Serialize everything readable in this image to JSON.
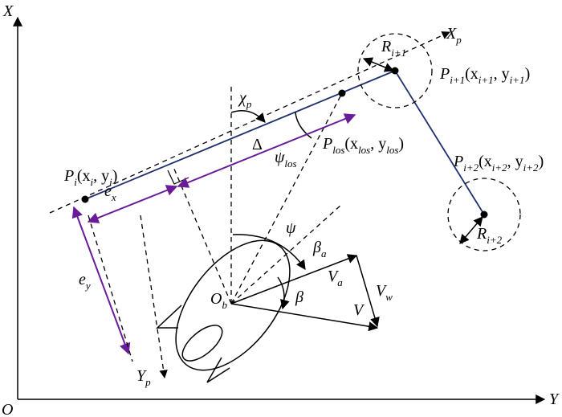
{
  "axes": {
    "x_axis": "X",
    "y_axis": "Y",
    "origin": "O"
  },
  "points": {
    "p_i": {
      "name": "P",
      "sub": "i",
      "coords": [
        "(x",
        "i",
        ", y",
        "i",
        ")"
      ]
    },
    "p_i1": {
      "name": "P",
      "sub": "i+1",
      "coords": [
        "(x",
        "i+1",
        ", y",
        "i+1",
        ")"
      ]
    },
    "p_i2": {
      "name": "P",
      "sub": "i+2",
      "coords": [
        "(x",
        "i+2",
        ", y",
        "i+2",
        ")"
      ]
    },
    "p_los": {
      "name": "P",
      "sub": "los",
      "coords": [
        "(x",
        "los",
        ", y",
        "los",
        ")"
      ]
    }
  },
  "radii": {
    "r_i1": {
      "name": "R",
      "sub": "i+1"
    },
    "r_i2": {
      "name": "R",
      "sub": "i+2"
    }
  },
  "frame": {
    "xp": {
      "name": "X",
      "sub": "p"
    },
    "yp": {
      "name": "Y",
      "sub": "p"
    },
    "ob": {
      "name": "O",
      "sub": "b"
    }
  },
  "angles": {
    "chi_p": {
      "name": "χ",
      "sub": "p"
    },
    "psi_los": {
      "name": "ψ",
      "sub": "los"
    },
    "psi": {
      "name": "ψ"
    },
    "beta_a": {
      "name": "β",
      "sub": "a"
    },
    "beta": {
      "name": "β"
    },
    "delta": {
      "name": "Δ"
    }
  },
  "errors": {
    "ex": {
      "name": "e",
      "sub": "x"
    },
    "ey": {
      "name": "e",
      "sub": "y"
    }
  },
  "velocities": {
    "va": {
      "name": "V",
      "sub": "a"
    },
    "vw": {
      "name": "V",
      "sub": "w"
    },
    "v": {
      "name": "V"
    }
  },
  "colors": {
    "path_line": "#1f2f6f",
    "error_arrows": "#6a1b9a",
    "ink": "#000000"
  }
}
